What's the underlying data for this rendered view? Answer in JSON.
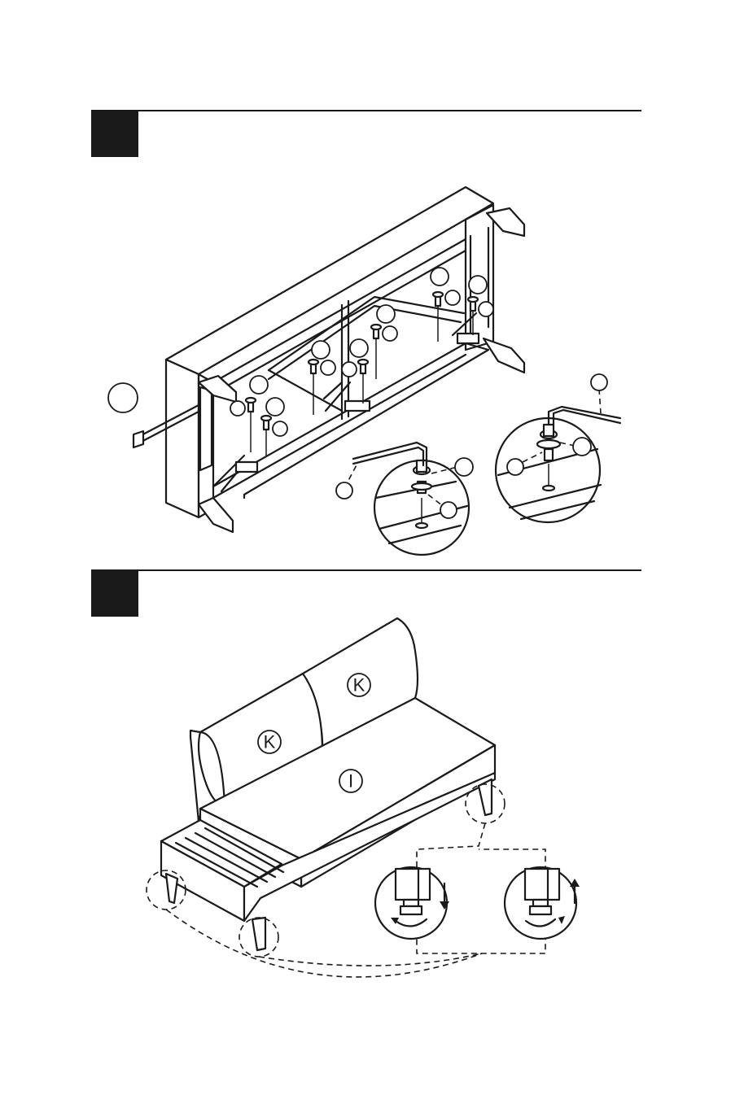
{
  "steps": [
    {
      "id": "step-1",
      "badge_color": "#1a1a1a"
    },
    {
      "id": "step-2",
      "badge_color": "#1a1a1a"
    }
  ],
  "cushion_labels": {
    "back_left": "K",
    "back_right": "K",
    "seat": "I"
  },
  "icons": {
    "hex_key": "allen-key-icon",
    "bolt": "bolt-washer-icon",
    "adjust_down": "rotate-foot-down-icon",
    "adjust_up": "rotate-foot-up-icon"
  }
}
